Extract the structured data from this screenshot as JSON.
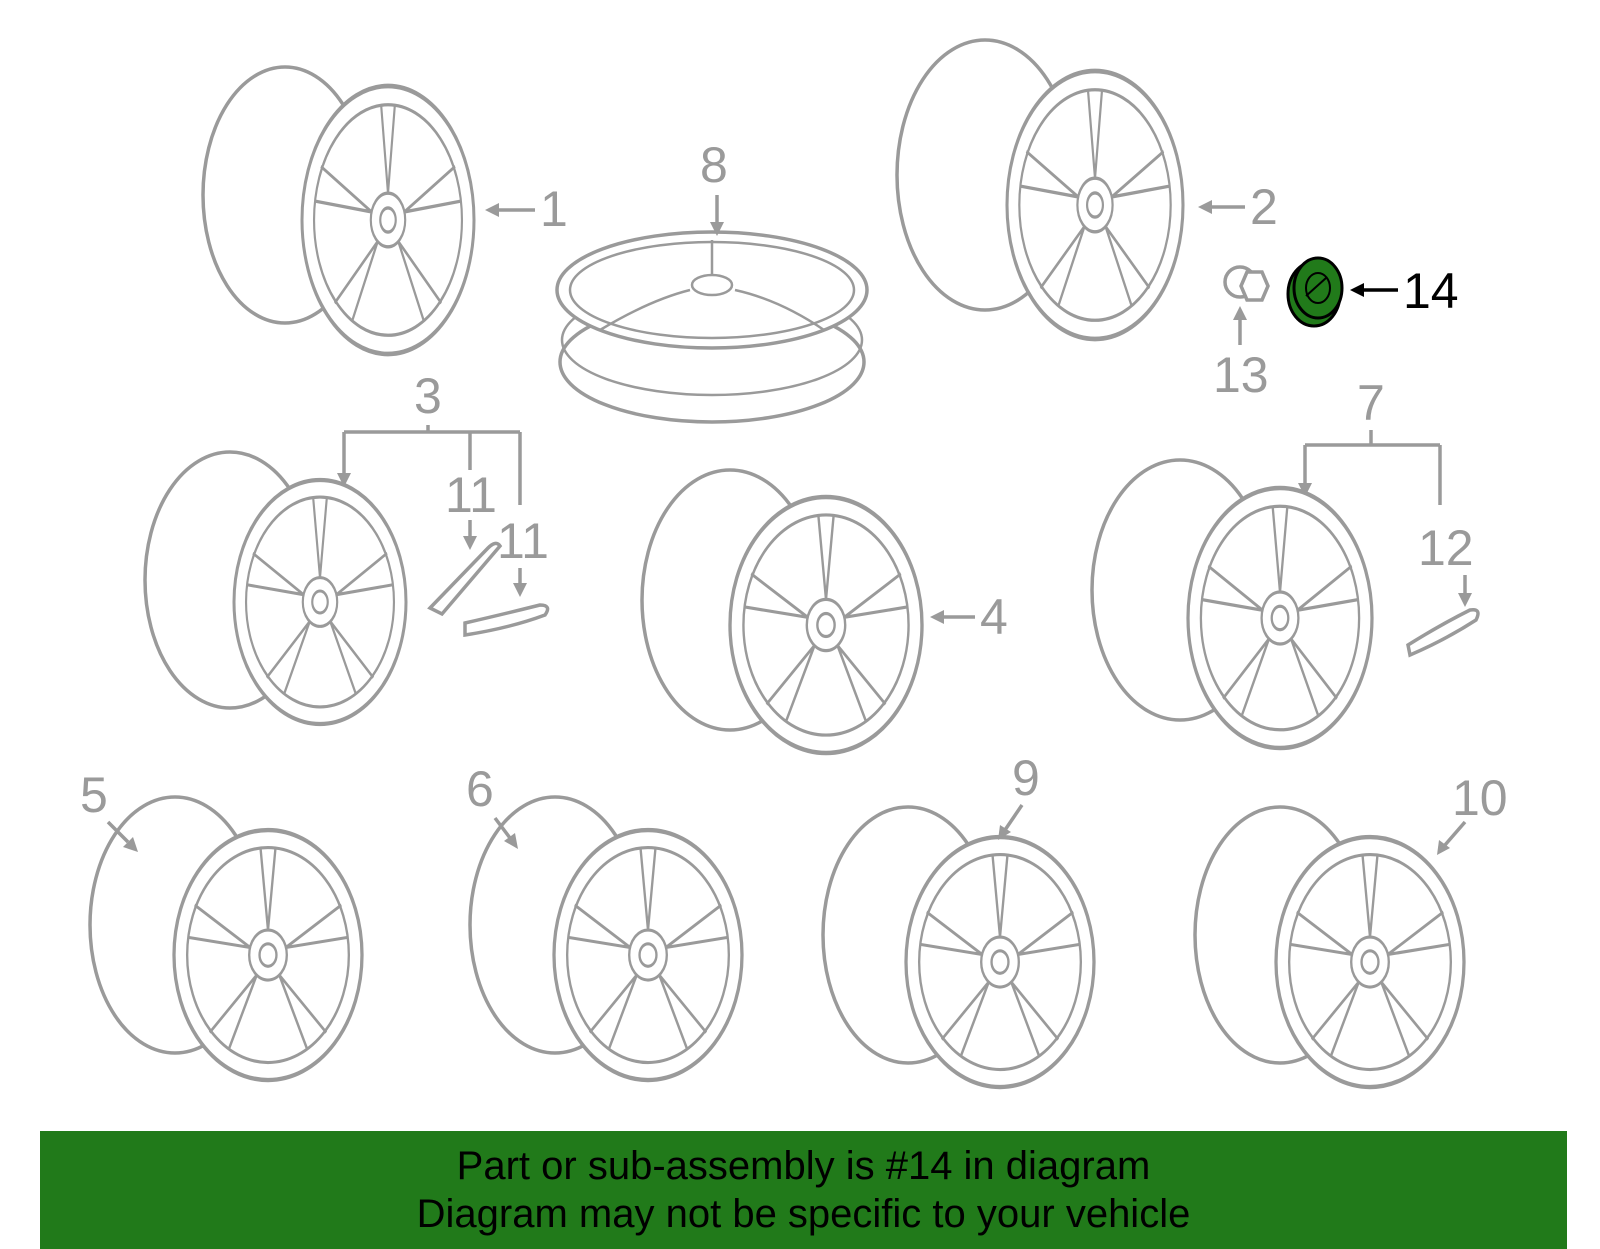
{
  "labels": {
    "p1": "1",
    "p2": "2",
    "p3": "3",
    "p4": "4",
    "p5": "5",
    "p6": "6",
    "p7": "7",
    "p8": "8",
    "p9": "9",
    "p10": "10",
    "p11a": "11",
    "p11b": "11",
    "p12": "12",
    "p13": "13",
    "p14": "14"
  },
  "highlight": {
    "part": "14",
    "color": "#217a1a"
  },
  "banner": {
    "line1": "Part or sub-assembly is #14 in diagram",
    "line2": "Diagram may not be specific to your vehicle",
    "color": "#217a1a"
  }
}
